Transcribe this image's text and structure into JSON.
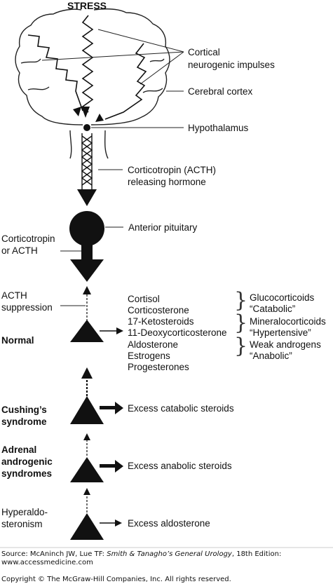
{
  "title": "STRESS",
  "brain": {
    "cortical_impulses": [
      "Cortical",
      "neurogenic impulses"
    ],
    "cerebral_cortex": "Cerebral cortex",
    "hypothalamus": "Hypothalamus",
    "crh": [
      "Corticotropin (ACTH)",
      "releasing hormone"
    ]
  },
  "pituitary": {
    "anterior": "Anterior pituitary",
    "acth": [
      "Corticotropin",
      "or ACTH"
    ]
  },
  "normal": {
    "acth_suppression": [
      "ACTH",
      "suppression"
    ],
    "label": "Normal",
    "steroids": [
      "Cortisol",
      "Corticosterone",
      "17-Ketosteroids",
      "11-Deoxycorticosterone",
      "Aldosterone",
      "Estrogens",
      "Progesterones"
    ],
    "groups": [
      {
        "name": "Glucocorticoids",
        "effect": "“Catabolic”"
      },
      {
        "name": "Mineralocorticoids",
        "effect": "“Hypertensive”"
      },
      {
        "name": "Weak androgens",
        "effect": "“Anabolic”"
      }
    ]
  },
  "conditions": [
    {
      "label": [
        "Cushing’s",
        "syndrome"
      ],
      "result": "Excess catabolic steroids"
    },
    {
      "label": [
        "Adrenal",
        "androgenic",
        "syndromes"
      ],
      "result": "Excess anabolic steroids"
    },
    {
      "label": [
        "Hyperaldo-",
        "steronism"
      ],
      "result": "Excess aldosterone"
    }
  ],
  "footer": {
    "source_prefix": "Source: McAninch JW, Lue TF: ",
    "source_title": "Smith & Tanagho’s General Urology",
    "source_suffix": ", 18th Edition:",
    "url": "www.accessmedicine.com",
    "copyright": "Copyright © The McGraw-Hill Companies, Inc. All rights reserved."
  }
}
